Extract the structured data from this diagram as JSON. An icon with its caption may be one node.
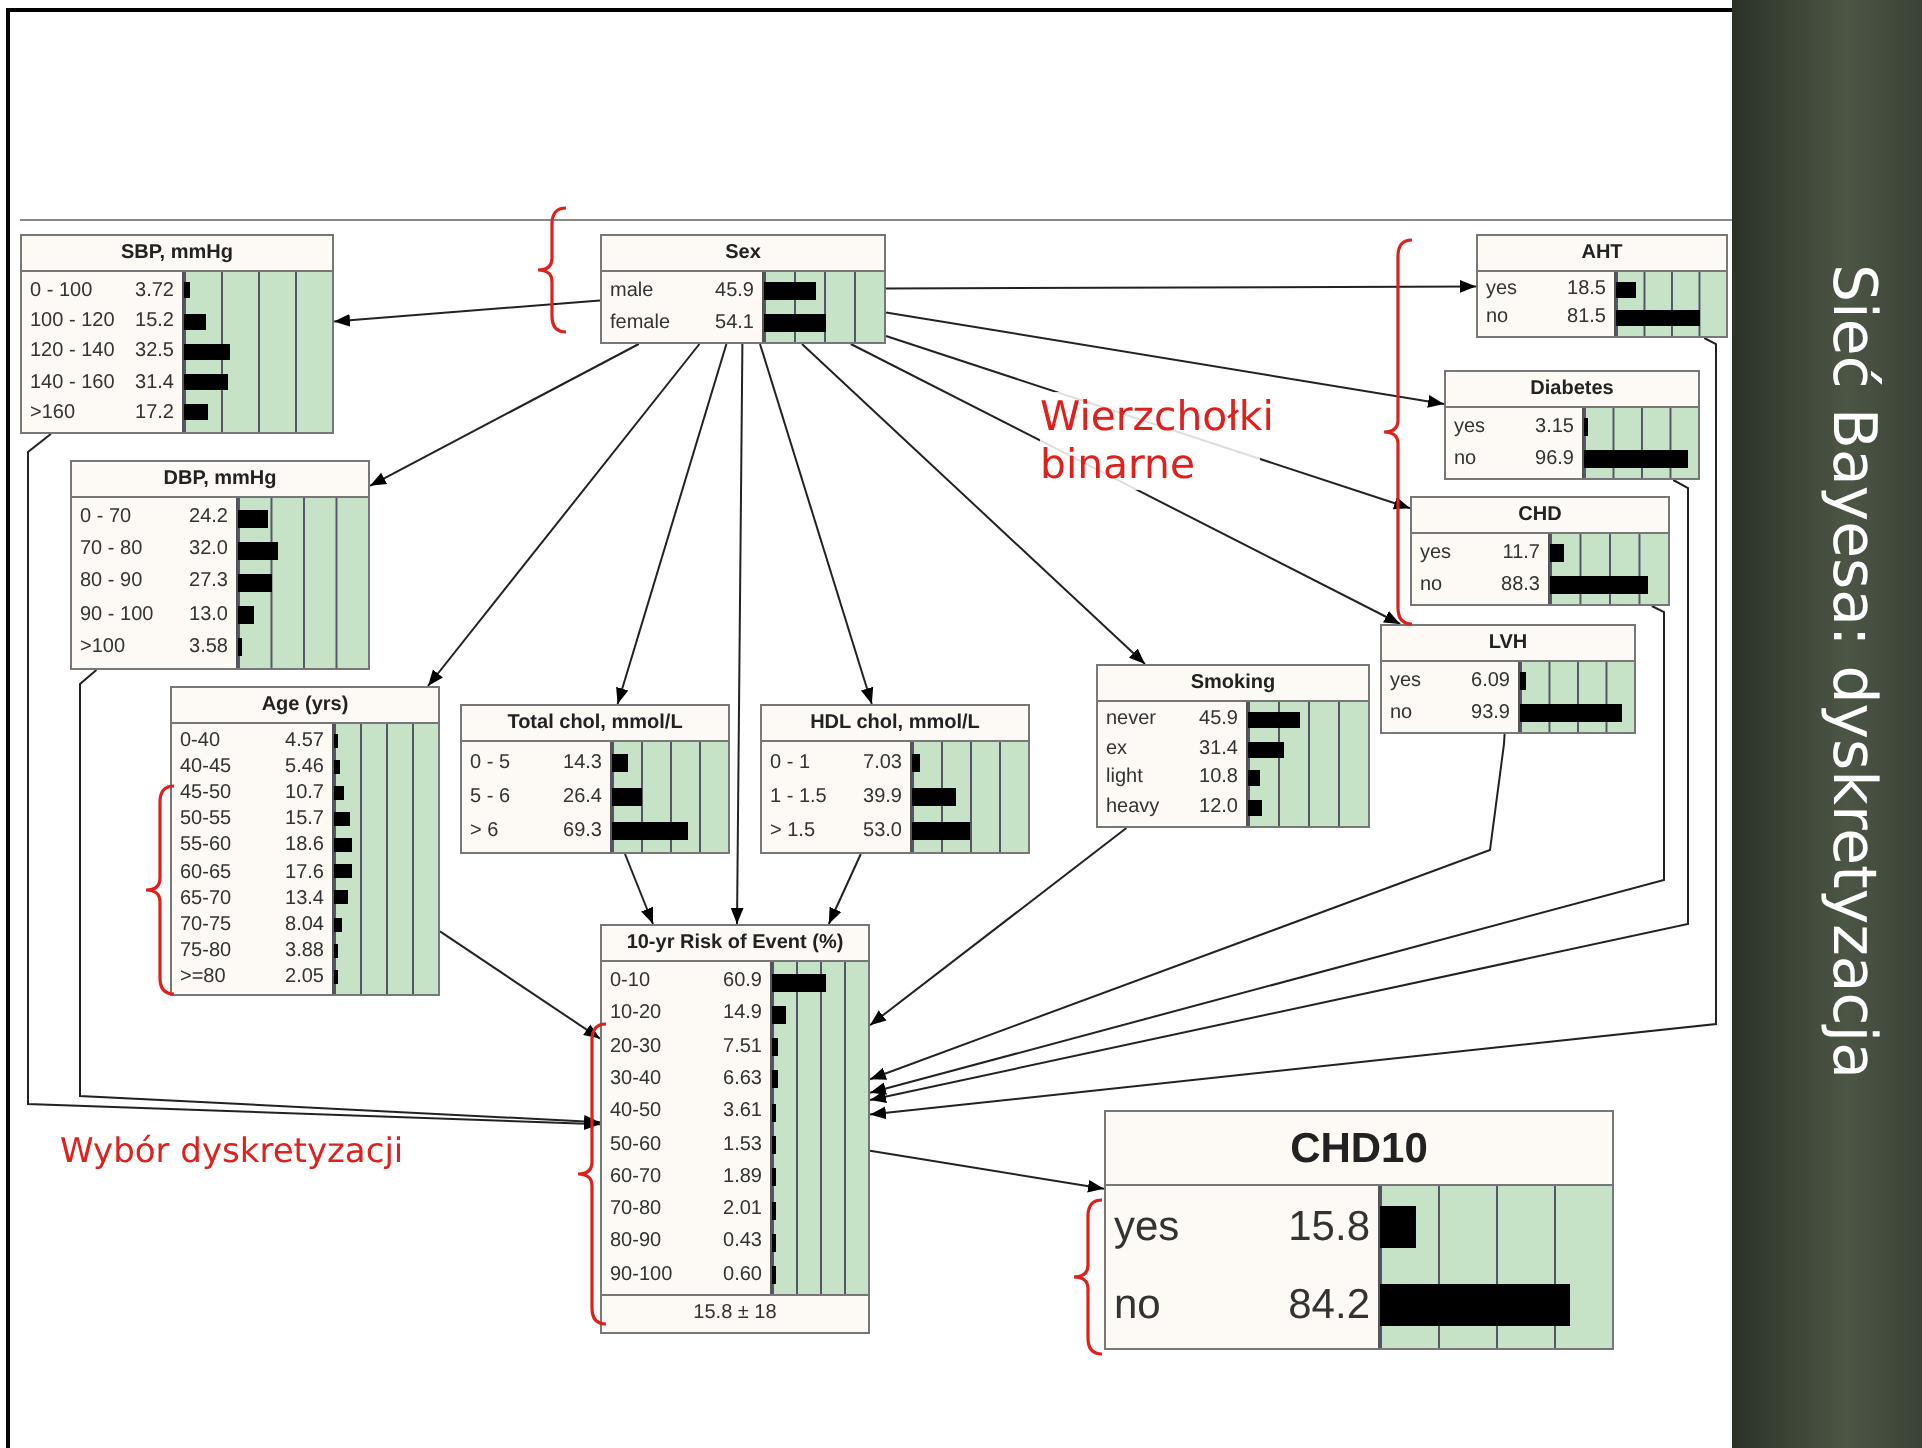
{
  "diagram": {
    "title": "Sieć Bayesa: dyskretyzacja",
    "nodes": [
      {
        "text": [
          "SBP, mmHg",
          "0 - 100",
          "3.72",
          "100 - 120",
          "15.2",
          "120 - 140",
          "32.5",
          "140 - 160",
          "31.4",
          ">160",
          "17.2"
        ]
      },
      {
        "text": [
          "Sex",
          "male",
          "45.9",
          "female",
          "54.1"
        ]
      },
      {
        "text": [
          "AHT",
          "yes",
          "18.5",
          "no",
          "81.5"
        ]
      },
      {
        "text": [
          "Diabetes",
          "yes",
          "3.15",
          "no",
          "96.9"
        ]
      },
      {
        "text": [
          "DBP, mmHg",
          "0 - 70",
          "24.2",
          "70 - 80",
          "32.0",
          "80 - 90",
          "27.3",
          "90 - 100",
          "13.0",
          ">100",
          "3.58"
        ]
      },
      {
        "text": [
          "CHD",
          "yes",
          "11.7",
          "no",
          "88.3"
        ]
      },
      {
        "text": [
          "LVH",
          "yes",
          "6.09",
          "no",
          "93.9"
        ]
      },
      {
        "text": [
          "Age (yrs)",
          "0-40",
          "4.57",
          "40-45",
          "5.46",
          "45-50",
          "10.7",
          "50-55",
          "15.7",
          "55-60",
          "18.6",
          "60-65",
          "17.6",
          "65-70",
          "13.4",
          "70-75",
          "8.04",
          "75-80",
          "3.88",
          ">=80",
          "2.05"
        ]
      },
      {
        "text": [
          "Total chol, mmol/L",
          "0 - 5",
          "14.3",
          "5 - 6",
          "26.4",
          "> 6",
          "69.3"
        ]
      },
      {
        "text": [
          "HDL chol, mmol/L",
          "0 - 1",
          "7.03",
          "1 - 1.5",
          "39.9",
          "> 1.5",
          "53.0"
        ]
      },
      {
        "text": [
          "Smoking",
          "never",
          "45.9",
          "ex",
          "31.4",
          "light",
          "10.8",
          "heavy",
          "12.0"
        ]
      },
      {
        "text": [
          "10-yr Risk of Event (%)",
          "0-10",
          "60.9",
          "10-20",
          "14.9",
          "20-30",
          "7.51",
          "30-40",
          "6.63",
          "40-50",
          "3.61",
          "50-60",
          "1.53",
          "60-70",
          "1.89",
          "70-80",
          "2.01",
          "80-90",
          "0.43",
          "90-100",
          "0.60",
          "15.8 ± 18"
        ]
      },
      {
        "text": [
          "CHD10",
          "yes",
          "15.8",
          "no",
          "84.2"
        ]
      }
    ],
    "edges": [
      {
        "from": 1,
        "to": 0,
        "arrow": "to"
      },
      {
        "from": 1,
        "to": 2,
        "arrow": "to"
      },
      {
        "from": 1,
        "to": 3,
        "arrow": "to"
      },
      {
        "from": 1,
        "to": 5,
        "arrow": "to"
      },
      {
        "from": 1,
        "to": 6,
        "arrow": "to"
      },
      {
        "from": 1,
        "to": 4,
        "arrow": "to"
      },
      {
        "from": 1,
        "to": 7,
        "arrow": "to"
      },
      {
        "from": 1,
        "to": 8,
        "arrow": "to"
      },
      {
        "from": 1,
        "to": 11,
        "arrow": "to"
      },
      {
        "from": 1,
        "to": 9,
        "arrow": "to"
      },
      {
        "from": 1,
        "to": 10,
        "arrow": "to"
      },
      {
        "from": 0,
        "to": 11,
        "arrow": "to"
      },
      {
        "from": 4,
        "to": 11,
        "arrow": "to"
      },
      {
        "from": 7,
        "to": 11,
        "arrow": "to"
      },
      {
        "from": 8,
        "to": 11,
        "arrow": "to"
      },
      {
        "from": 9,
        "to": 11,
        "arrow": "to"
      },
      {
        "from": 10,
        "to": 11,
        "arrow": "to"
      },
      {
        "from": 2,
        "to": 11,
        "arrow": "to"
      },
      {
        "from": 3,
        "to": 11,
        "arrow": "to"
      },
      {
        "from": 5,
        "to": 11,
        "arrow": "to"
      },
      {
        "from": 6,
        "to": 11,
        "arrow": "to"
      },
      {
        "from": 11,
        "to": 12,
        "arrow": "to"
      }
    ],
    "labels": [
      "Wierzchołki binarne",
      "Wybór dyskretyzacji"
    ]
  }
}
